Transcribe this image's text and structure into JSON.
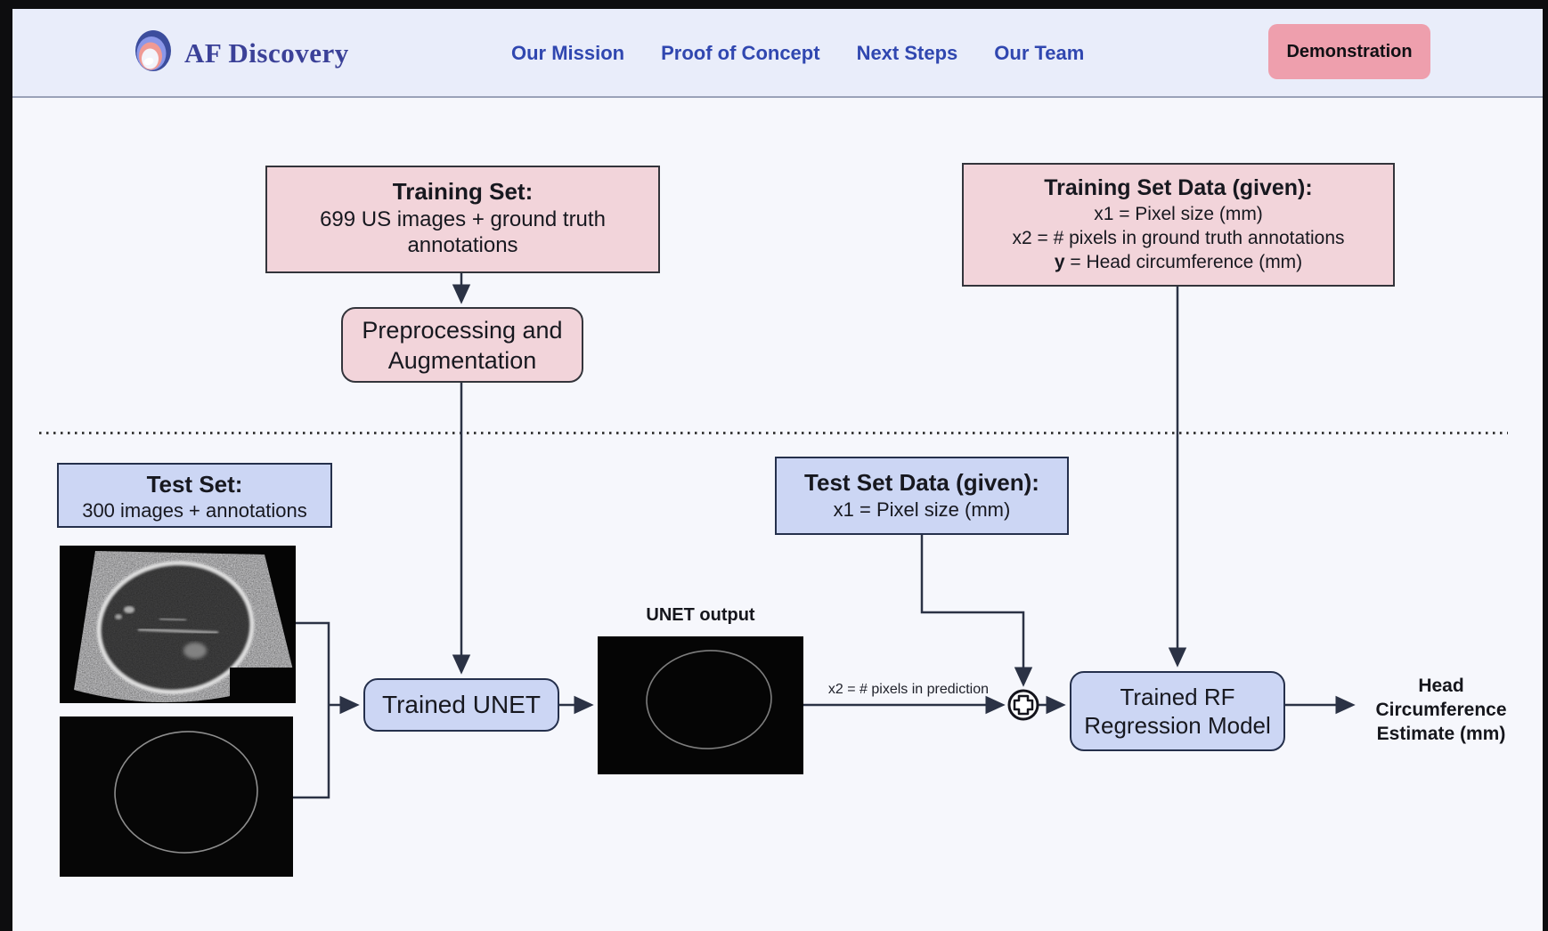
{
  "nav": {
    "brand": "AF Discovery",
    "links": [
      {
        "label": "Our Mission"
      },
      {
        "label": "Proof of Concept"
      },
      {
        "label": "Next Steps"
      },
      {
        "label": "Our Team"
      }
    ],
    "cta_label": "Demonstration",
    "colors": {
      "bg": "#e9edfa",
      "link": "#3047b0",
      "cta_bg": "#ee9fad",
      "brand": "#3b4198"
    }
  },
  "diagram": {
    "training_set": {
      "title": "Training Set:",
      "body": "699 US images + ground truth annotations"
    },
    "preprocessing_label": "Preprocessing and Augmentation",
    "training_set_data": {
      "title": "Training Set Data (given):",
      "line1": "x1 = Pixel size (mm)",
      "line2": "x2 = # pixels in ground truth annotations",
      "line3_bold": "y",
      "line3_rest": " = Head circumference (mm)"
    },
    "test_set": {
      "title": "Test Set:",
      "body": "300 images + annotations"
    },
    "test_set_data": {
      "title": "Test Set Data (given):",
      "body": "x1 = Pixel size (mm)"
    },
    "trained_unet_label": "Trained UNET",
    "unet_output_label": "UNET output",
    "x2_prediction_label": "x2 = # pixels in prediction",
    "trained_rf": {
      "line1": "Trained RF",
      "line2": "Regression Model"
    },
    "estimate": {
      "line1": "Head",
      "line2": "Circumference",
      "line3": "Estimate (mm)"
    },
    "colors": {
      "pink_fill": "#f2d4da",
      "blue_fill": "#ccd6f4",
      "arrow": "#2b3245",
      "page_bg": "#f6f7fc"
    }
  }
}
